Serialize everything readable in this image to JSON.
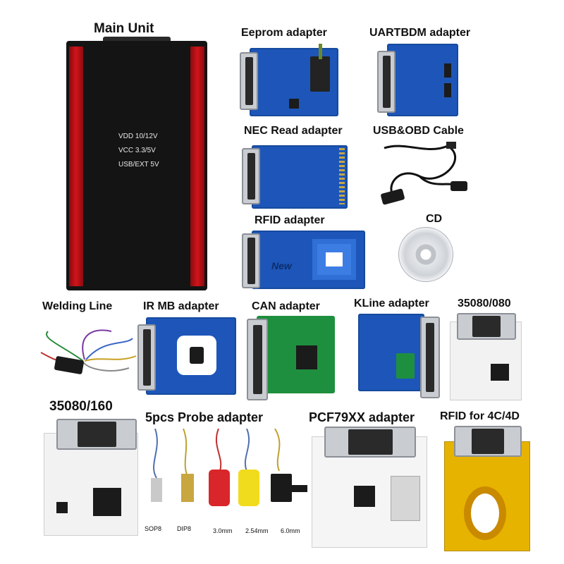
{
  "labels": {
    "main_unit": "Main Unit",
    "eeprom": "Eeprom adapter",
    "uartbdm": "UARTBDM adapter",
    "nec_read": "NEC Read adapter",
    "usb_obd": "USB&OBD Cable",
    "rfid": "RFID adapter",
    "cd": "CD",
    "welding": "Welding Line",
    "ir_mb": "IR MB adapter",
    "can": "CAN adapter",
    "kline": "KLine adapter",
    "p35080_080": "35080/080",
    "p35080_160": "35080/160",
    "probe": "5pcs Probe adapter",
    "pcf79xx": "PCF79XX adapter",
    "rfid_4c4d": "RFID for 4C/4D"
  },
  "main_unit_text": {
    "line1": "VDD 10/12V",
    "line2": "VCC 3.3/5V",
    "line3": "USB/EXT 5V"
  },
  "rfid_badge": "New",
  "probe_sizes": [
    "SOP8",
    "DIP8",
    "3.0mm",
    "2.54mm",
    "6.0mm"
  ],
  "colors": {
    "main_unit_body": "#1a1a1a",
    "main_unit_stripe": "#d0141a",
    "pcb_blue": "#1d56b8",
    "pcb_green": "#1e8f3e",
    "pcb_white": "#f2f2f2",
    "pcb_yellow": "#e6b300"
  }
}
